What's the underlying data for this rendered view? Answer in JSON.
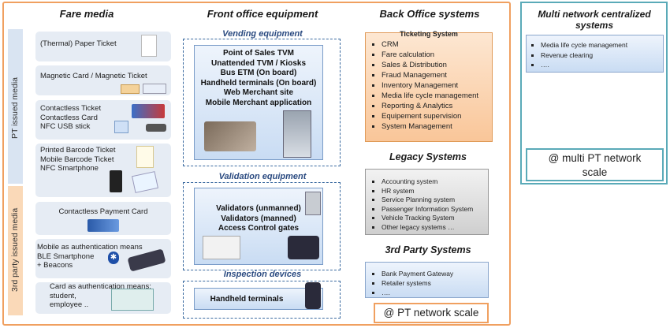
{
  "columns": {
    "fare_media": "Fare media",
    "front_office": "Front office equipment",
    "back_office": "Back Office systems",
    "multi_network": "Multi network centralized systems"
  },
  "side_labels": {
    "pt": "PT issued media",
    "third_party": "3rd party  issued media"
  },
  "fare_media": [
    "(Thermal) Paper  Ticket",
    "Magnetic Card / Magnetic Ticket",
    "Contactless Ticket\nContactless Card\nNFC USB stick",
    "Printed Barcode Ticket\nMobile Barcode Ticket\nNFC Smartphone",
    "Contactless Payment Card",
    "Mobile as authentication means\nBLE Smartphone\n+ Beacons",
    "Card as authentication means:\nstudent,\nemployee .."
  ],
  "vending": {
    "title": "Vending equipment",
    "items": [
      "Point of Sales TVM",
      "Unattended TVM / Kiosks",
      "Bus ETM (On board)",
      "Handheld terminals (On board)",
      "Web Merchant site",
      "Mobile Merchant application"
    ]
  },
  "validation": {
    "title": "Validation equipment",
    "items": [
      "Validators (unmanned)",
      "Validators (manned)",
      "Access Control  gates"
    ]
  },
  "inspection": {
    "title": "Inspection devices",
    "items": [
      "Handheld terminals"
    ]
  },
  "ticketing": {
    "title": "Ticketing System",
    "items": [
      "CRM",
      "Fare calculation",
      "Sales & Distribution",
      "Fraud Management",
      "Inventory Management",
      "Media life cycle management",
      "Reporting & Analytics",
      "Equipement supervision",
      "System Management"
    ]
  },
  "legacy": {
    "title": "Legacy Systems",
    "items": [
      "Accounting system",
      "HR system",
      "Service Planning system",
      "Passenger Information System",
      "Vehicle Tracking System",
      "Other legacy systems …"
    ]
  },
  "third_party": {
    "title": "3rd Party Systems",
    "items": [
      "Bank Payment Gateway",
      "Retailer systems",
      "…."
    ]
  },
  "multi": {
    "items": [
      "Media life cycle management",
      "Revenue clearing",
      "…."
    ]
  },
  "scales": {
    "pt": "@ PT network scale",
    "multi": "@ multi PT network scale"
  },
  "colors": {
    "orange_frame": "#f0a060",
    "teal_frame": "#5aaab8",
    "dashed_blue": "#3a6aa0"
  }
}
